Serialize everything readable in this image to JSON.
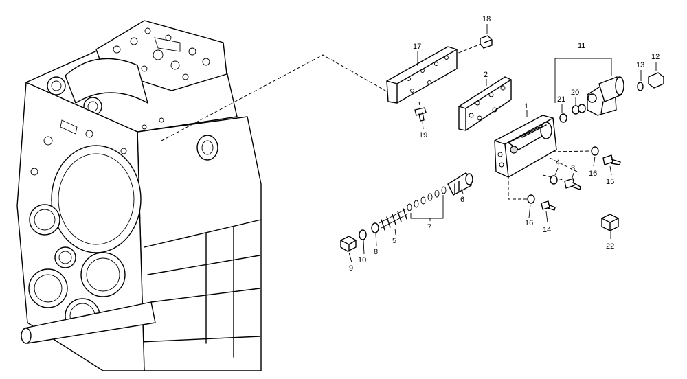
{
  "callouts": [
    {
      "id": "c1",
      "label": "1"
    },
    {
      "id": "c2",
      "label": "2"
    },
    {
      "id": "c3",
      "label": "3"
    },
    {
      "id": "c4",
      "label": "4"
    },
    {
      "id": "c5",
      "label": "5"
    },
    {
      "id": "c6",
      "label": "6"
    },
    {
      "id": "c7",
      "label": "7"
    },
    {
      "id": "c8",
      "label": "8"
    },
    {
      "id": "c9",
      "label": "9"
    },
    {
      "id": "c10",
      "label": "10"
    },
    {
      "id": "c11",
      "label": "11"
    },
    {
      "id": "c12",
      "label": "12"
    },
    {
      "id": "c13",
      "label": "13"
    },
    {
      "id": "c14",
      "label": "14"
    },
    {
      "id": "c15",
      "label": "15"
    },
    {
      "id": "c16a",
      "label": "16"
    },
    {
      "id": "c16b",
      "label": "16"
    },
    {
      "id": "c17",
      "label": "17"
    },
    {
      "id": "c18",
      "label": "18"
    },
    {
      "id": "c19",
      "label": "19"
    },
    {
      "id": "c20",
      "label": "20"
    },
    {
      "id": "c21",
      "label": "21"
    },
    {
      "id": "c22",
      "label": "22"
    }
  ]
}
